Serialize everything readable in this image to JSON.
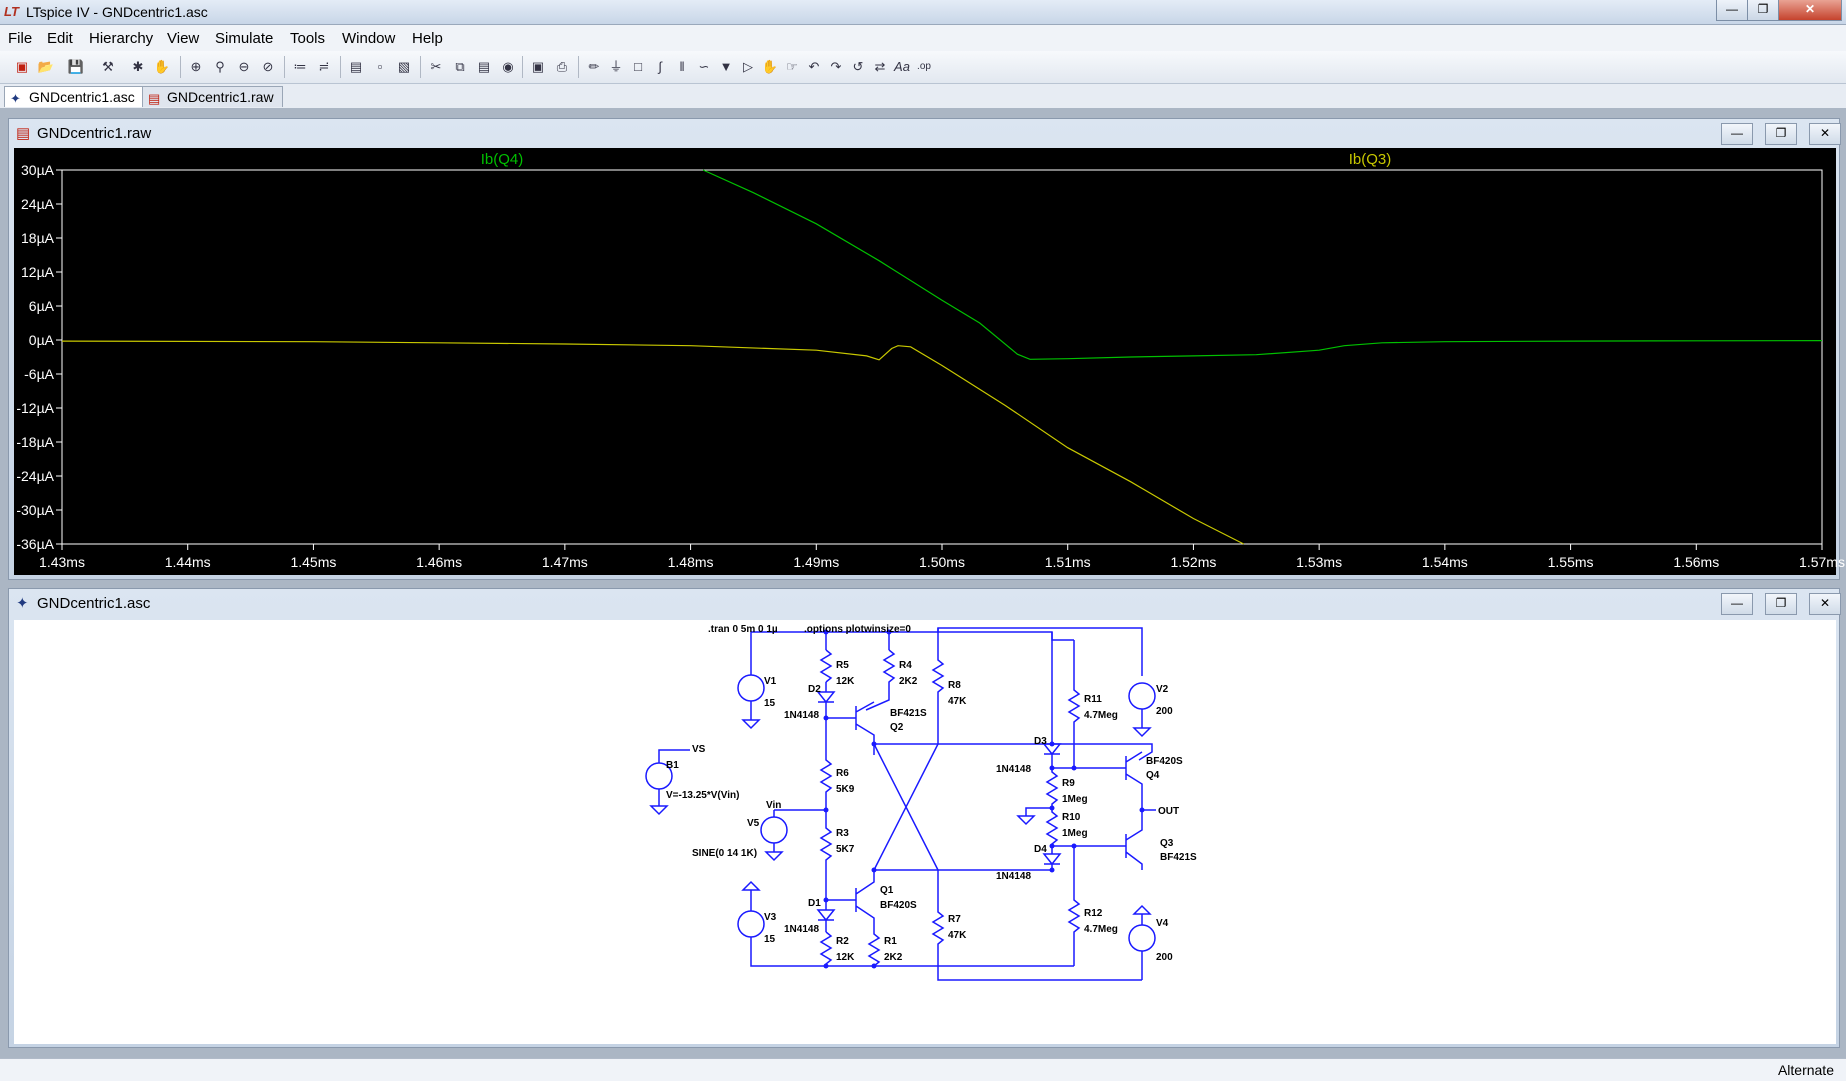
{
  "window": {
    "title": "LTspice IV - GNDcentric1.asc"
  },
  "menu": [
    "File",
    "Edit",
    "Hierarchy",
    "View",
    "Simulate",
    "Tools",
    "Window",
    "Help"
  ],
  "tabs": [
    {
      "label": "GNDcentric1.asc",
      "active": true
    },
    {
      "label": "GNDcentric1.raw",
      "active": false
    }
  ],
  "plot_window": {
    "title": "GNDcentric1.raw"
  },
  "schematic_window": {
    "title": "GNDcentric1.asc"
  },
  "status": {
    "mode": "Alternate"
  },
  "colors": {
    "plot_bg": "#000000",
    "axis": "#ffffff",
    "trace_q4": "#00c000",
    "trace_q3": "#c8c800",
    "schematic": "#0000cd"
  },
  "chart_data": {
    "type": "line",
    "x_unit": "ms",
    "xlim": [
      1.43,
      1.57
    ],
    "x_ticks": [
      "1.43ms",
      "1.44ms",
      "1.45ms",
      "1.46ms",
      "1.47ms",
      "1.48ms",
      "1.49ms",
      "1.50ms",
      "1.51ms",
      "1.52ms",
      "1.53ms",
      "1.54ms",
      "1.55ms",
      "1.56ms",
      "1.57ms"
    ],
    "ylim": [
      -36,
      30
    ],
    "y_unit": "µA",
    "y_ticks": [
      "30µA",
      "24µA",
      "18µA",
      "12µA",
      "6µA",
      "0µA",
      "-6µA",
      "-12µA",
      "-18µA",
      "-24µA",
      "-30µA",
      "-36µA"
    ],
    "y_tick_values": [
      30,
      24,
      18,
      12,
      6,
      0,
      -6,
      -12,
      -18,
      -24,
      -30,
      -36
    ],
    "series": [
      {
        "name": "Ib(Q4)",
        "color": "#00c000",
        "x": [
          1.481,
          1.485,
          1.49,
          1.495,
          1.5,
          1.503,
          1.506,
          1.507,
          1.51,
          1.515,
          1.52,
          1.525,
          1.53,
          1.532,
          1.535,
          1.54,
          1.55,
          1.56,
          1.57
        ],
        "y": [
          30,
          26,
          20.5,
          14,
          7,
          3,
          -2.5,
          -3.4,
          -3.3,
          -3.0,
          -2.8,
          -2.6,
          -1.8,
          -1.0,
          -0.5,
          -0.3,
          -0.2,
          -0.15,
          -0.1
        ]
      },
      {
        "name": "Ib(Q3)",
        "color": "#c8c800",
        "x": [
          1.43,
          1.45,
          1.46,
          1.47,
          1.48,
          1.49,
          1.494,
          1.495,
          1.496,
          1.4965,
          1.4975,
          1.5,
          1.505,
          1.51,
          1.515,
          1.52,
          1.524
        ],
        "y": [
          -0.2,
          -0.3,
          -0.5,
          -0.7,
          -1.0,
          -1.8,
          -2.8,
          -3.5,
          -1.5,
          -1.0,
          -1.2,
          -4.5,
          -11.5,
          -19,
          -25,
          -31.5,
          -36
        ]
      }
    ]
  },
  "schematic": {
    "directives": [
      ".tran 0 5m 0 1µ",
      ".options plotwinsize=0"
    ],
    "components": [
      {
        "name": "V1",
        "value": "15"
      },
      {
        "name": "V2",
        "value": "200"
      },
      {
        "name": "V3",
        "value": "15"
      },
      {
        "name": "V4",
        "value": "200"
      },
      {
        "name": "V5",
        "value": "SINE(0 14 1K)"
      },
      {
        "name": "B1",
        "value": "V=-13.25*V(Vin)"
      },
      {
        "name": "R1",
        "value": "2K2"
      },
      {
        "name": "R2",
        "value": "12K"
      },
      {
        "name": "R3",
        "value": "5K7"
      },
      {
        "name": "R4",
        "value": "2K2"
      },
      {
        "name": "R5",
        "value": "12K"
      },
      {
        "name": "R6",
        "value": "5K9"
      },
      {
        "name": "R7",
        "value": "47K"
      },
      {
        "name": "R8",
        "value": "47K"
      },
      {
        "name": "R9",
        "value": "1Meg"
      },
      {
        "name": "R10",
        "value": "1Meg"
      },
      {
        "name": "R11",
        "value": "4.7Meg"
      },
      {
        "name": "R12",
        "value": "4.7Meg"
      },
      {
        "name": "D1",
        "value": "1N4148"
      },
      {
        "name": "D2",
        "value": "1N4148"
      },
      {
        "name": "D3",
        "value": "1N4148"
      },
      {
        "name": "D4",
        "value": "1N4148"
      },
      {
        "name": "Q1",
        "value": "BF420S"
      },
      {
        "name": "Q2",
        "value": "BF421S"
      },
      {
        "name": "Q3",
        "value": "BF421S"
      },
      {
        "name": "Q4",
        "value": "BF420S"
      }
    ],
    "net_labels": [
      "VS",
      "Vin",
      "OUT"
    ]
  }
}
